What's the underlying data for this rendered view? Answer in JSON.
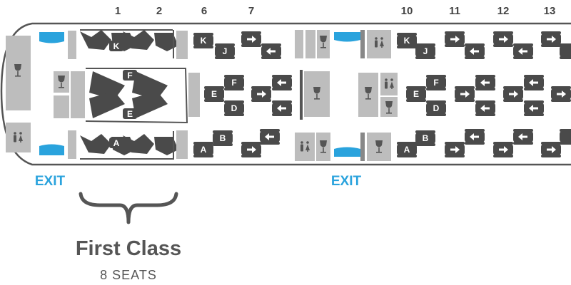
{
  "row_numbers": [
    "1",
    "2",
    "6",
    "7",
    "10",
    "11",
    "12",
    "13"
  ],
  "seat_letters": {
    "first_class": {
      "row1": [
        "K",
        "F",
        "E",
        "A"
      ]
    },
    "business": {
      "row6": [
        "K",
        "E",
        "A"
      ],
      "row7": [
        "J",
        "F",
        "D",
        "B"
      ],
      "row10": [
        "K",
        "E",
        "A"
      ],
      "row11": [
        "J",
        "F",
        "D",
        "B"
      ]
    }
  },
  "exits": [
    "EXIT",
    "EXIT"
  ],
  "cabin": {
    "name": "First Class",
    "seats_label": "8 SEATS"
  },
  "icons": [
    "wine-glass-icon",
    "restroom-icon",
    "exit-door-icon",
    "direction-arrow-icon",
    "brace-icon"
  ],
  "colors": {
    "seat": "#4a4a4a",
    "galley": "#bdbdbd",
    "exit": "#2aa3dd",
    "fuselage": "#555555",
    "text": "#555555"
  }
}
